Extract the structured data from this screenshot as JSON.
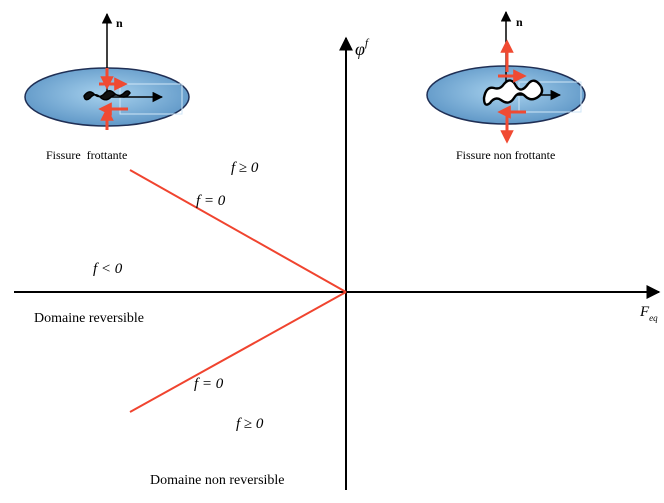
{
  "axes": {
    "x_label_main": "F",
    "x_label_sub": "eq",
    "y_label_main": "φ",
    "y_label_sup": "f"
  },
  "crack_left": {
    "caption": "Fissure  frottante",
    "normal_label": "n"
  },
  "crack_right": {
    "caption": "Fissure non frottante",
    "normal_label": "n"
  },
  "region_labels": {
    "upper_f_geq": "f ≥ 0",
    "upper_f_eq": "f = 0",
    "f_lt": "f < 0",
    "lower_f_eq": "f = 0",
    "lower_f_geq": "f ≥ 0"
  },
  "domains": {
    "reversible": "Domaine reversible",
    "non_reversible": "Domaine non reversible"
  },
  "colors": {
    "arrow_red": "#f04a32",
    "line_red": "#f0442f",
    "ellipse_fill_center": "#9ecbea",
    "ellipse_fill_edge": "#5f98c8",
    "ellipse_stroke": "#1f2f55"
  }
}
